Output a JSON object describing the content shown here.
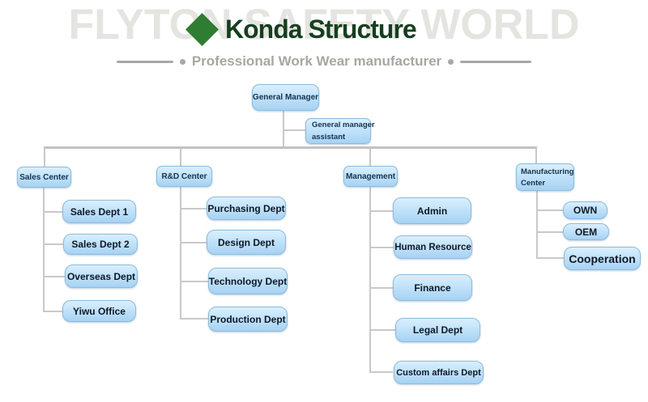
{
  "header": {
    "watermark": "FLYTON SAFETY WORLD",
    "title": "Konda Structure",
    "subtitle": "Professional Work Wear manufacturer"
  },
  "colors": {
    "diamond_green": "#2e7d32",
    "title_green": "#163f1e",
    "watermark_gray": "#e4e4e1",
    "subtitle_gray": "#a7a7a1",
    "node_fill_top": "#daeffe",
    "node_fill_bottom": "#a7d2f3",
    "node_border": "#8cbcdc",
    "node_text": "#0f1826",
    "connector_gray": "#c9c9c9"
  },
  "org": {
    "root": {
      "label": "General Manager"
    },
    "assistant": {
      "label": "General manager assistant",
      "label_lines": [
        "General manager",
        "assistant"
      ]
    },
    "branches": [
      {
        "label": "Sales Center",
        "children": [
          "Sales Dept 1",
          "Sales Dept 2",
          "Overseas Dept",
          "Yiwu Office"
        ]
      },
      {
        "label": "R&D Center",
        "children": [
          "Purchasing Dept",
          "Design Dept",
          "Technology Dept",
          "Production Dept"
        ]
      },
      {
        "label": "Management",
        "children": [
          "Admin",
          "Human Resource",
          "Finance",
          "Legal Dept",
          "Custom affairs Dept"
        ]
      },
      {
        "label": "Manufacturing Center",
        "label_lines": [
          "Manufacturing",
          "Center"
        ],
        "children": [
          "OWN",
          "OEM",
          "Cooperation"
        ]
      }
    ]
  }
}
